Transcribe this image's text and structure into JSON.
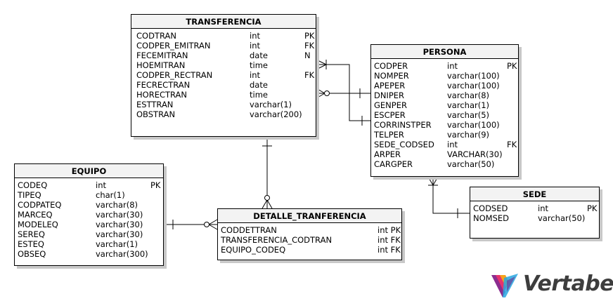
{
  "entities": {
    "transferencia": {
      "name": "TRANSFERENCIA",
      "columns": [
        {
          "name": "CODTRAN",
          "type": "int",
          "key": "PK"
        },
        {
          "name": "CODPER_EMITRAN",
          "type": "int",
          "key": "FK"
        },
        {
          "name": "FECEMITRAN",
          "type": "date",
          "key": "N"
        },
        {
          "name": "HOEMITRAN",
          "type": "time",
          "key": ""
        },
        {
          "name": "CODPER_RECTRAN",
          "type": "int",
          "key": "FK"
        },
        {
          "name": "FECRECTRAN",
          "type": "date",
          "key": ""
        },
        {
          "name": "HORECTRAN",
          "type": "time",
          "key": ""
        },
        {
          "name": "ESTTRAN",
          "type": "varchar(1)",
          "key": ""
        },
        {
          "name": "OBSTRAN",
          "type": "varchar(200)",
          "key": ""
        }
      ]
    },
    "persona": {
      "name": "PERSONA",
      "columns": [
        {
          "name": "CODPER",
          "type": "int",
          "key": "PK"
        },
        {
          "name": "NOMPER",
          "type": "varchar(100)",
          "key": ""
        },
        {
          "name": "APEPER",
          "type": "varchar(100)",
          "key": ""
        },
        {
          "name": "DNIPER",
          "type": "varchar(8)",
          "key": ""
        },
        {
          "name": "GENPER",
          "type": "varchar(1)",
          "key": ""
        },
        {
          "name": "ESCPER",
          "type": "varchar(5)",
          "key": ""
        },
        {
          "name": "CORRINSTPER",
          "type": "varchar(100)",
          "key": ""
        },
        {
          "name": "TELPER",
          "type": "varchar(9)",
          "key": ""
        },
        {
          "name": "SEDE_CODSED",
          "type": "int",
          "key": "FK"
        },
        {
          "name": "ARPER",
          "type": "VARCHAR(30)",
          "key": ""
        },
        {
          "name": "CARGPER",
          "type": "varchar(50)",
          "key": ""
        }
      ]
    },
    "equipo": {
      "name": "EQUIPO",
      "columns": [
        {
          "name": "CODEQ",
          "type": "int",
          "key": "PK"
        },
        {
          "name": "TIPEQ",
          "type": "char(1)",
          "key": ""
        },
        {
          "name": "CODPATEQ",
          "type": "varchar(8)",
          "key": ""
        },
        {
          "name": "MARCEQ",
          "type": "varchar(30)",
          "key": ""
        },
        {
          "name": "MODELEQ",
          "type": "varchar(30)",
          "key": ""
        },
        {
          "name": "SEREQ",
          "type": "varchar(30)",
          "key": ""
        },
        {
          "name": "ESTEQ",
          "type": "varchar(1)",
          "key": ""
        },
        {
          "name": "OBSEQ",
          "type": "varchar(300)",
          "key": ""
        }
      ]
    },
    "detalle": {
      "name": "DETALLE_TRANFERENCIA",
      "columns": [
        {
          "name": "CODDETTRAN",
          "type": "",
          "key": "int PK"
        },
        {
          "name": "TRANSFERENCIA_CODTRAN",
          "type": "",
          "key": "int FK"
        },
        {
          "name": "EQUIPO_CODEQ",
          "type": "",
          "key": "int FK"
        }
      ]
    },
    "sede": {
      "name": "SEDE",
      "columns": [
        {
          "name": "CODSED",
          "type": "int",
          "key": "PK"
        },
        {
          "name": "NOMSED",
          "type": "varchar(50)",
          "key": ""
        }
      ]
    }
  },
  "logo": {
    "text": "Vertabelo",
    "colors": [
      "#8b2d8f",
      "#e8336d",
      "#f7a21b",
      "#28a7e0"
    ]
  }
}
